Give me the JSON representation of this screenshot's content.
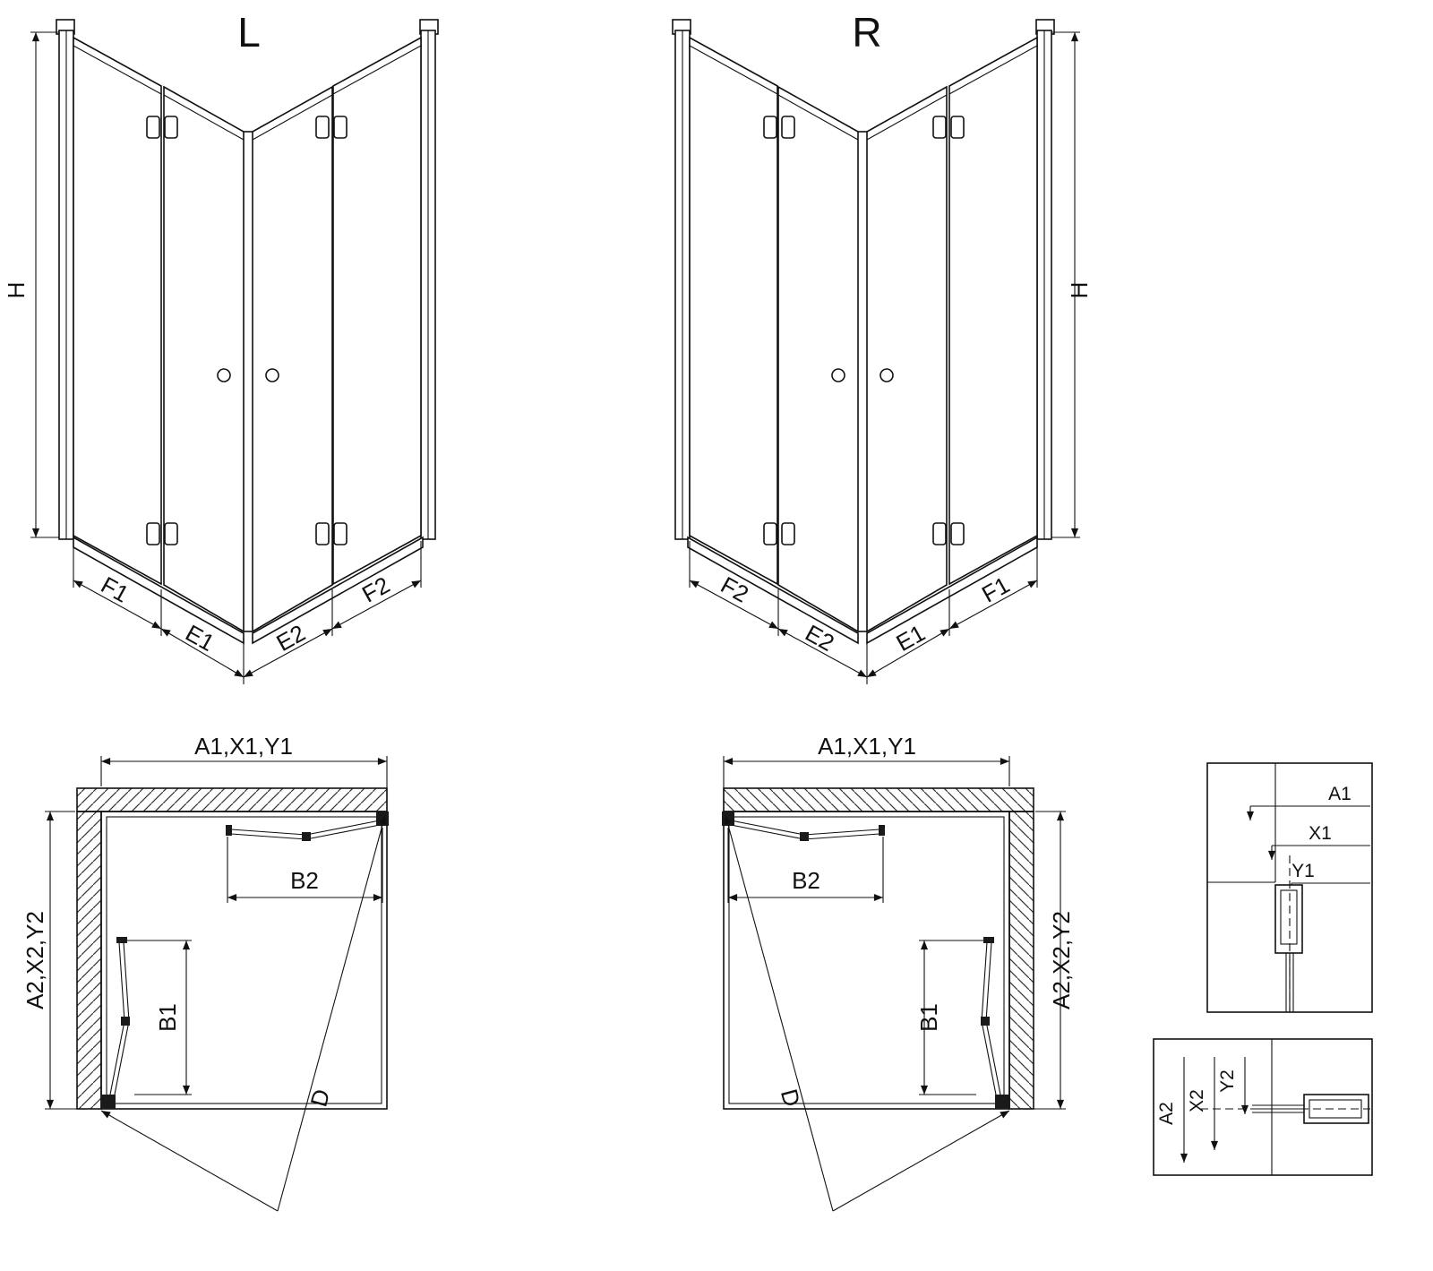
{
  "drawing": {
    "views": [
      {
        "id": "left-3d",
        "label": "L"
      },
      {
        "id": "right-3d",
        "label": "R"
      }
    ],
    "labels": {
      "height": "H",
      "f1": "F1",
      "e1": "E1",
      "e2": "E2",
      "f2": "F2",
      "width_group": "A1,X1,Y1",
      "depth_group": "A2,X2,Y2",
      "b1": "B1",
      "b2": "B2",
      "d": "D",
      "a1": "A1",
      "x1": "X1",
      "y1": "Y1",
      "a2": "A2",
      "x2": "X2",
      "y2": "Y2"
    },
    "colors": {
      "line": "#111111",
      "background": "#ffffff"
    }
  }
}
